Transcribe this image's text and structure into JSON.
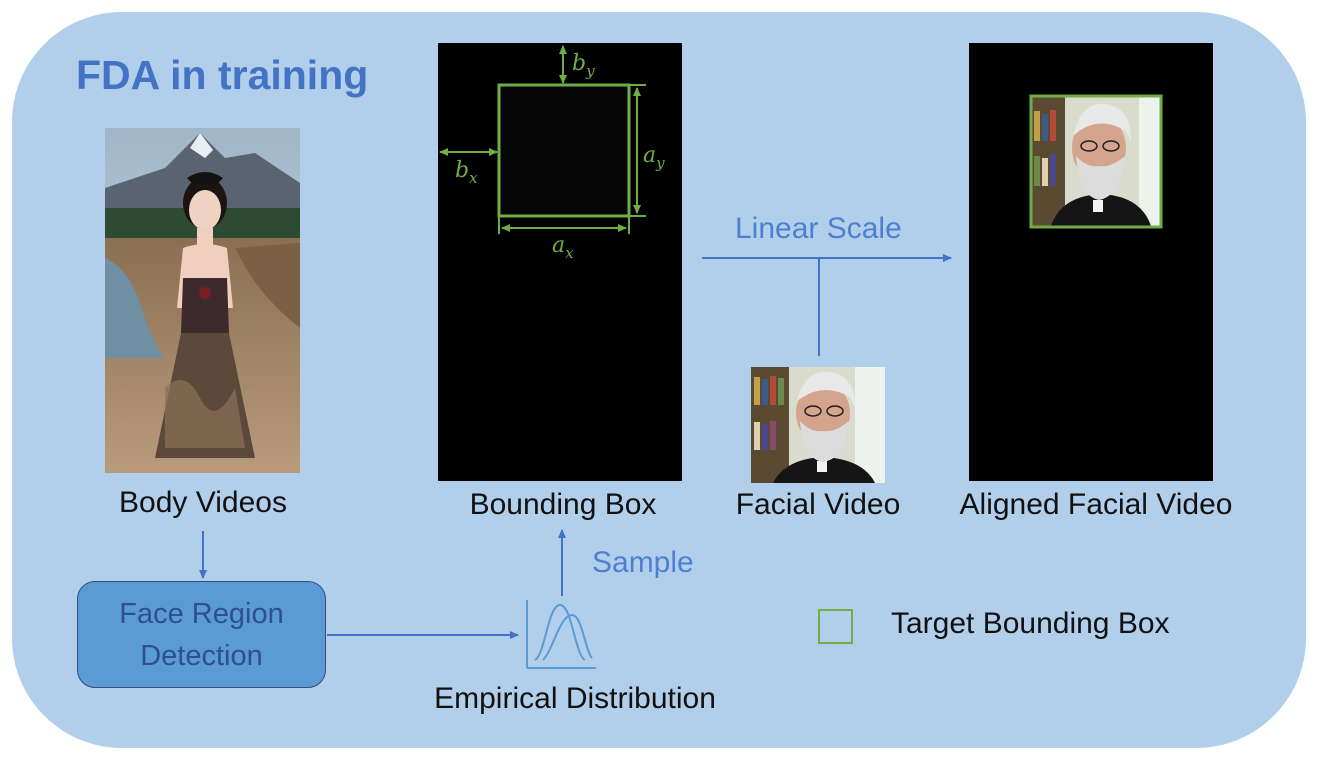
{
  "title": "FDA in training",
  "labels": {
    "body_videos": "Body Videos",
    "bounding_box": "Bounding Box",
    "facial_video": "Facial Video",
    "aligned_facial_video": "Aligned Facial Video",
    "empirical_distribution": "Empirical Distribution",
    "linear_scale": "Linear Scale",
    "sample": "Sample",
    "face_region_line1": "Face Region",
    "face_region_line2": "Detection",
    "legend": "Target Bounding Box"
  },
  "box_annotations": {
    "bx": "b",
    "bx_sub": "x",
    "by": "b",
    "by_sub": "y",
    "ax": "a",
    "ax_sub": "x",
    "ay": "a",
    "ay_sub": "y"
  },
  "colors": {
    "panel": "#b1cfea",
    "title": "#4472c4",
    "arrow": "#4472c4",
    "box_green": "#70ad47",
    "detect_fill": "#5b9bd5"
  }
}
